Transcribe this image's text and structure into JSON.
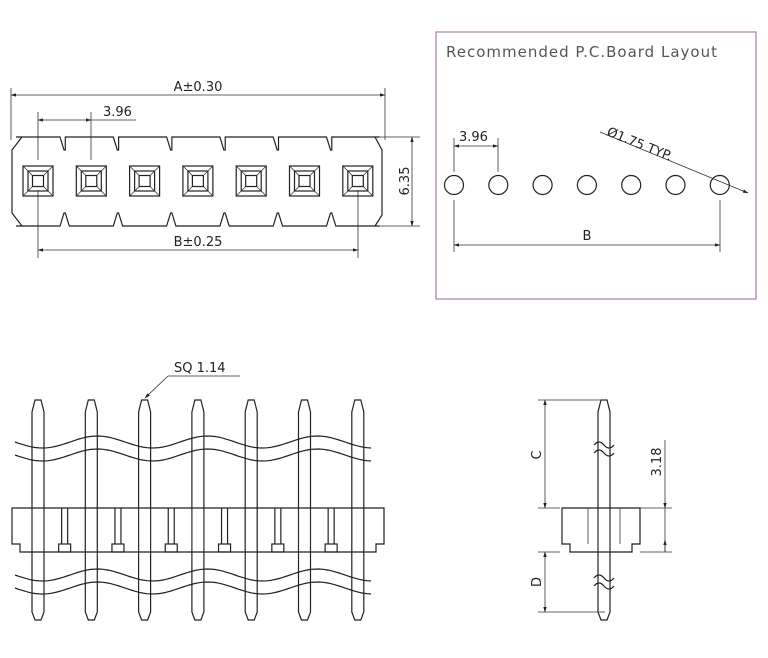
{
  "pcb_layout": {
    "title": "Recommended P.C.Board Layout",
    "pitch_label": "3.96",
    "hole_label": "Ø1.75 TYP.",
    "span_label": "B",
    "hole_count": 7
  },
  "top_view": {
    "overall_label": "A±0.30",
    "pitch_label": "3.96",
    "height_label": "6.35",
    "span_label": "B±0.25",
    "pin_count": 7
  },
  "front_view": {
    "pin_size_label": "SQ 1.14",
    "pin_count": 7
  },
  "side_view": {
    "upper_label": "C",
    "lower_label": "D",
    "body_label": "3.18"
  },
  "colors": {
    "line": "#222222",
    "pcb_frame": "#b07aa8"
  }
}
